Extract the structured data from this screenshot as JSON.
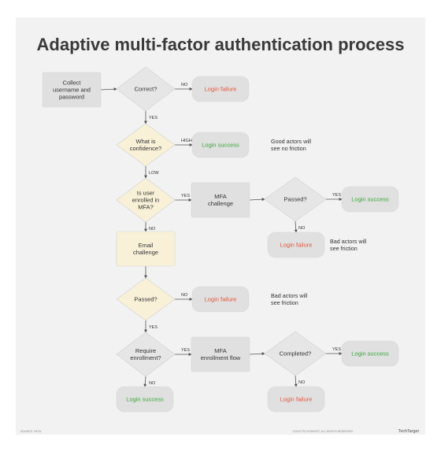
{
  "title": "Adaptive multi-factor authentication process",
  "colors": {
    "failure": "#e2563b",
    "success": "#3aa63a",
    "box_gray": "#e0e0e0",
    "box_yellow": "#f8f1d8",
    "diamond_yellow": "#f8f1d8",
    "diamond_gray": "#e6e6e6",
    "line": "#555555"
  },
  "nodes": {
    "collect": [
      "Collect",
      "username and",
      "password"
    ],
    "correct": [
      "Correct?"
    ],
    "fail1": [
      "Login failure"
    ],
    "confidence": [
      "What is",
      "confidence?"
    ],
    "success_high": [
      "Login success"
    ],
    "enrolled": [
      "Is user",
      "enrolled in",
      "MFA?"
    ],
    "mfa_challenge": [
      "MFA",
      "challenge"
    ],
    "passed_mfa": [
      "Passed?"
    ],
    "success_mfa": [
      "Login success"
    ],
    "fail_mfa": [
      "Login failure"
    ],
    "email_challenge": [
      "Email",
      "challenge"
    ],
    "passed_email": [
      "Passed?"
    ],
    "fail_email": [
      "Login failure"
    ],
    "require_enrollment": [
      "Require",
      "enrollment?"
    ],
    "mfa_enrollment": [
      "MFA",
      "enrollment flow"
    ],
    "completed": [
      "Completed?"
    ],
    "success_completed": [
      "Login success"
    ],
    "success_noreq": [
      "Login success"
    ],
    "fail_completed": [
      "Login failure"
    ]
  },
  "edge_labels": {
    "correct_no": "NO",
    "correct_yes": "YES",
    "confidence_high": "HIGH",
    "confidence_low": "LOW",
    "enrolled_yes": "YES",
    "enrolled_no": "NO",
    "passed_mfa_yes": "YES",
    "passed_mfa_no": "NO",
    "passed_email_no": "NO",
    "passed_email_yes": "YES",
    "require_yes": "YES",
    "require_no": "NO",
    "completed_yes": "YES",
    "completed_no": "NO"
  },
  "notes": {
    "good_actors": [
      "Good actors will",
      "see no friction"
    ],
    "bad_actors_1": [
      "Bad actors will",
      "see friction"
    ],
    "bad_actors_2": [
      "Bad actors will",
      "see friction"
    ]
  },
  "footer": {
    "left": "SOURCE: OKTA",
    "right": "©2023 TECHTARGET. ALL RIGHTS RESERVED",
    "logo": "TechTarget"
  }
}
